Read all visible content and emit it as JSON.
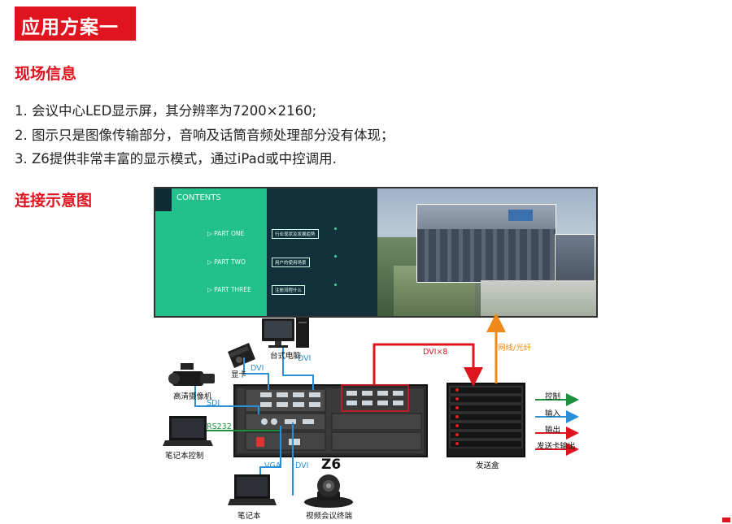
{
  "header": {
    "title": "应用方案一"
  },
  "site_info": {
    "heading": "现场信息",
    "lines": [
      "1. 会议中心LED显示屏，其分辨率为7200×2160;",
      "2. 图示只是图像传输部分，音响及话筒音频处理部分没有体现；",
      "3. Z6提供非常丰富的显示模式，通过iPad或中控调用."
    ]
  },
  "diagram": {
    "heading": "连接示意图",
    "led_screen": {
      "contents_title": "CONTENTS",
      "parts": [
        "▷ PART ONE",
        "▷ PART TWO",
        "▷ PART THREE"
      ],
      "part_tags": [
        "行业现状及发展趋势",
        "用户的使用场景",
        "注册流程什么"
      ]
    },
    "devices": {
      "desktop": "台式电脑",
      "graphics_card": "显卡",
      "camera": "高清摄像机",
      "laptop_control": "笔记本控制",
      "laptop": "笔记本",
      "video_terminal": "视频会议终端",
      "z6": "Z6",
      "sender_box": "发送盒"
    },
    "links": {
      "dvi_desktop": "DVI",
      "dvi_card": "DVI",
      "sdi": "SDI",
      "rs232": "RS232",
      "vga": "VGA",
      "dvi_terminal": "DVI",
      "dvi_x8": "DVI×8",
      "network_fiber": "网线/光纤"
    },
    "legend": {
      "control": "控制",
      "input": "输入",
      "output": "输出",
      "sender_output": "发送卡输出"
    },
    "colors": {
      "red": "#e0141e",
      "blue": "#2a8fd6",
      "green": "#1e8f3c",
      "orange": "#ef8a1a"
    }
  }
}
